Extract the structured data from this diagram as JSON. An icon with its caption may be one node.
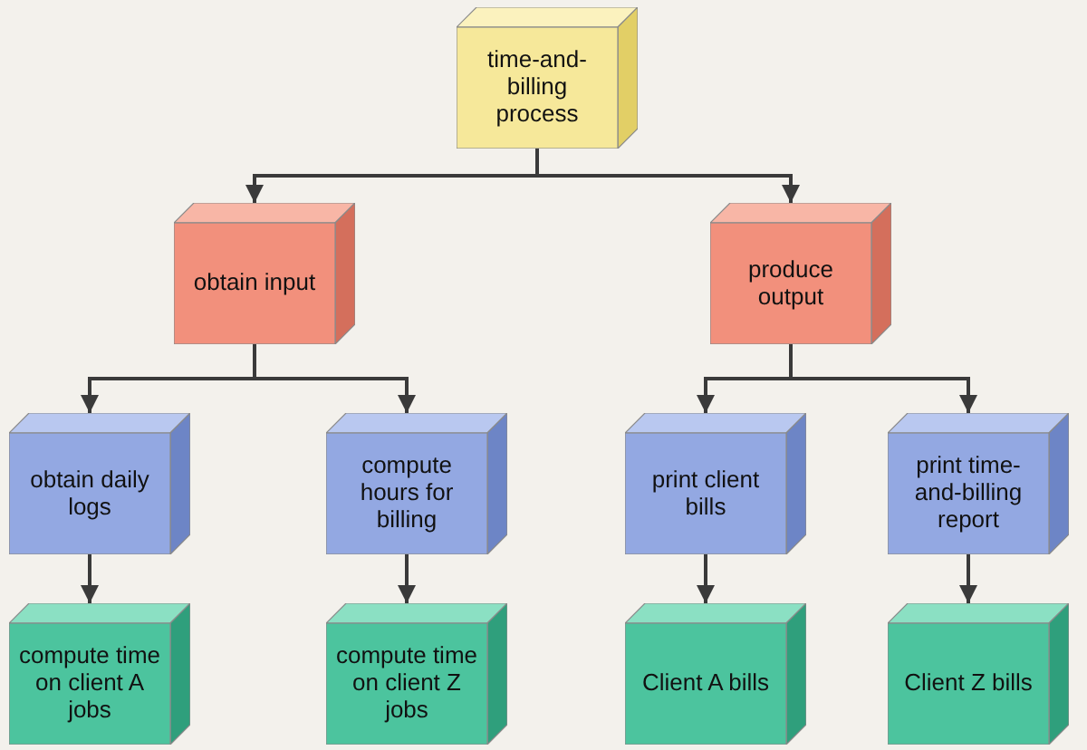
{
  "diagram": {
    "nodes": [
      {
        "text": [
          "time-and-billing process"
        ]
      },
      {
        "text": [
          "obtain input"
        ]
      },
      {
        "text": [
          "produce output"
        ]
      },
      {
        "text": [
          "obtain daily logs"
        ]
      },
      {
        "text": [
          "compute hours for billing"
        ]
      },
      {
        "text": [
          "print client bills"
        ]
      },
      {
        "text": [
          "print time-and-billing report"
        ]
      },
      {
        "text": [
          "compute time on client A jobs"
        ]
      },
      {
        "text": [
          "compute time on client Z jobs"
        ]
      },
      {
        "text": [
          "Client A bills"
        ]
      },
      {
        "text": [
          "Client Z bills"
        ]
      }
    ],
    "edges": [
      {
        "from": 0,
        "to": 1,
        "arrow": "to"
      },
      {
        "from": 0,
        "to": 2,
        "arrow": "to"
      },
      {
        "from": 1,
        "to": 3,
        "arrow": "to"
      },
      {
        "from": 1,
        "to": 4,
        "arrow": "to"
      },
      {
        "from": 2,
        "to": 5,
        "arrow": "to"
      },
      {
        "from": 2,
        "to": 6,
        "arrow": "to"
      },
      {
        "from": 3,
        "to": 7,
        "arrow": "to"
      },
      {
        "from": 4,
        "to": 8,
        "arrow": "to"
      },
      {
        "from": 5,
        "to": 9,
        "arrow": "to"
      },
      {
        "from": 6,
        "to": 10,
        "arrow": "to"
      }
    ]
  }
}
